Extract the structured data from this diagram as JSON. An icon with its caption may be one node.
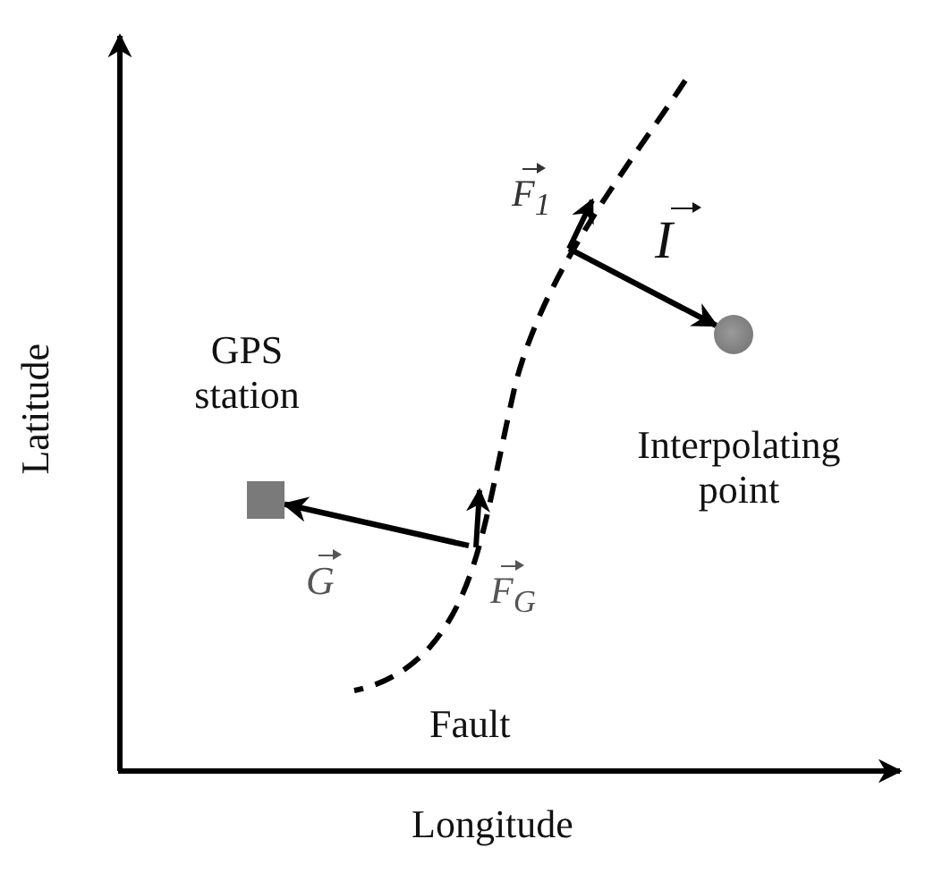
{
  "diagram": {
    "nodes": [
      {
        "text": [],
        "shape": "box",
        "beside": [
          "GPS station"
        ]
      },
      {
        "text": [],
        "shape": "circle",
        "beside": [
          "Interpolating point"
        ]
      }
    ],
    "edges": [
      {
        "from": null,
        "to": 0,
        "arrow": "to",
        "label": "G"
      },
      {
        "from": null,
        "to": 1,
        "arrow": "to",
        "label": "I"
      }
    ],
    "labels": [
      "F$_{1}$",
      "F$_{G}$",
      "Latitude",
      "Longitude",
      "Fault"
    ]
  }
}
